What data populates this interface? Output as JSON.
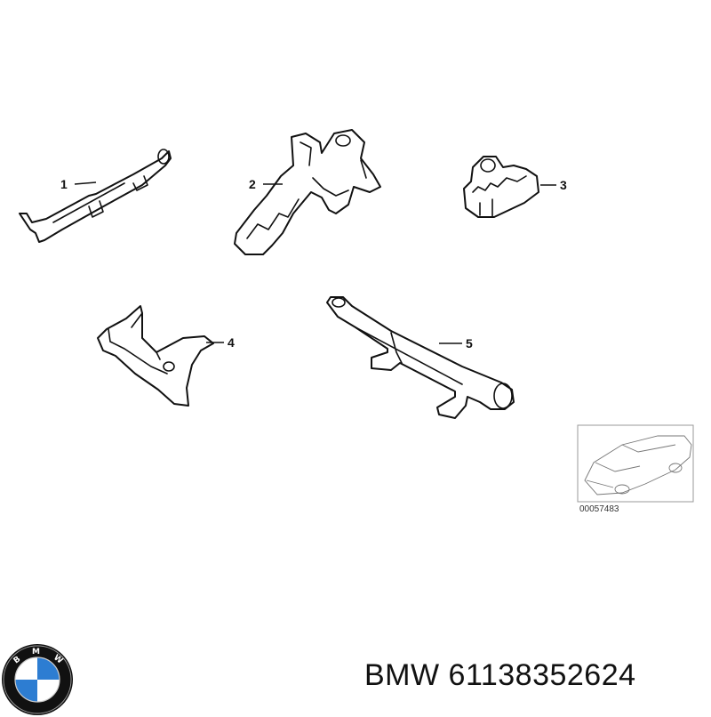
{
  "parts": [
    {
      "number": "1"
    },
    {
      "number": "2"
    },
    {
      "number": "3"
    },
    {
      "number": "4"
    },
    {
      "number": "5"
    }
  ],
  "thumbnail": {
    "code": "00057483"
  },
  "caption": {
    "brand": "BMW",
    "part_number": "61138352624"
  },
  "logo": {
    "lettering": "BMW",
    "colors": {
      "ring": "#111111",
      "blue": "#2d7dd2",
      "white": "#ffffff"
    }
  }
}
